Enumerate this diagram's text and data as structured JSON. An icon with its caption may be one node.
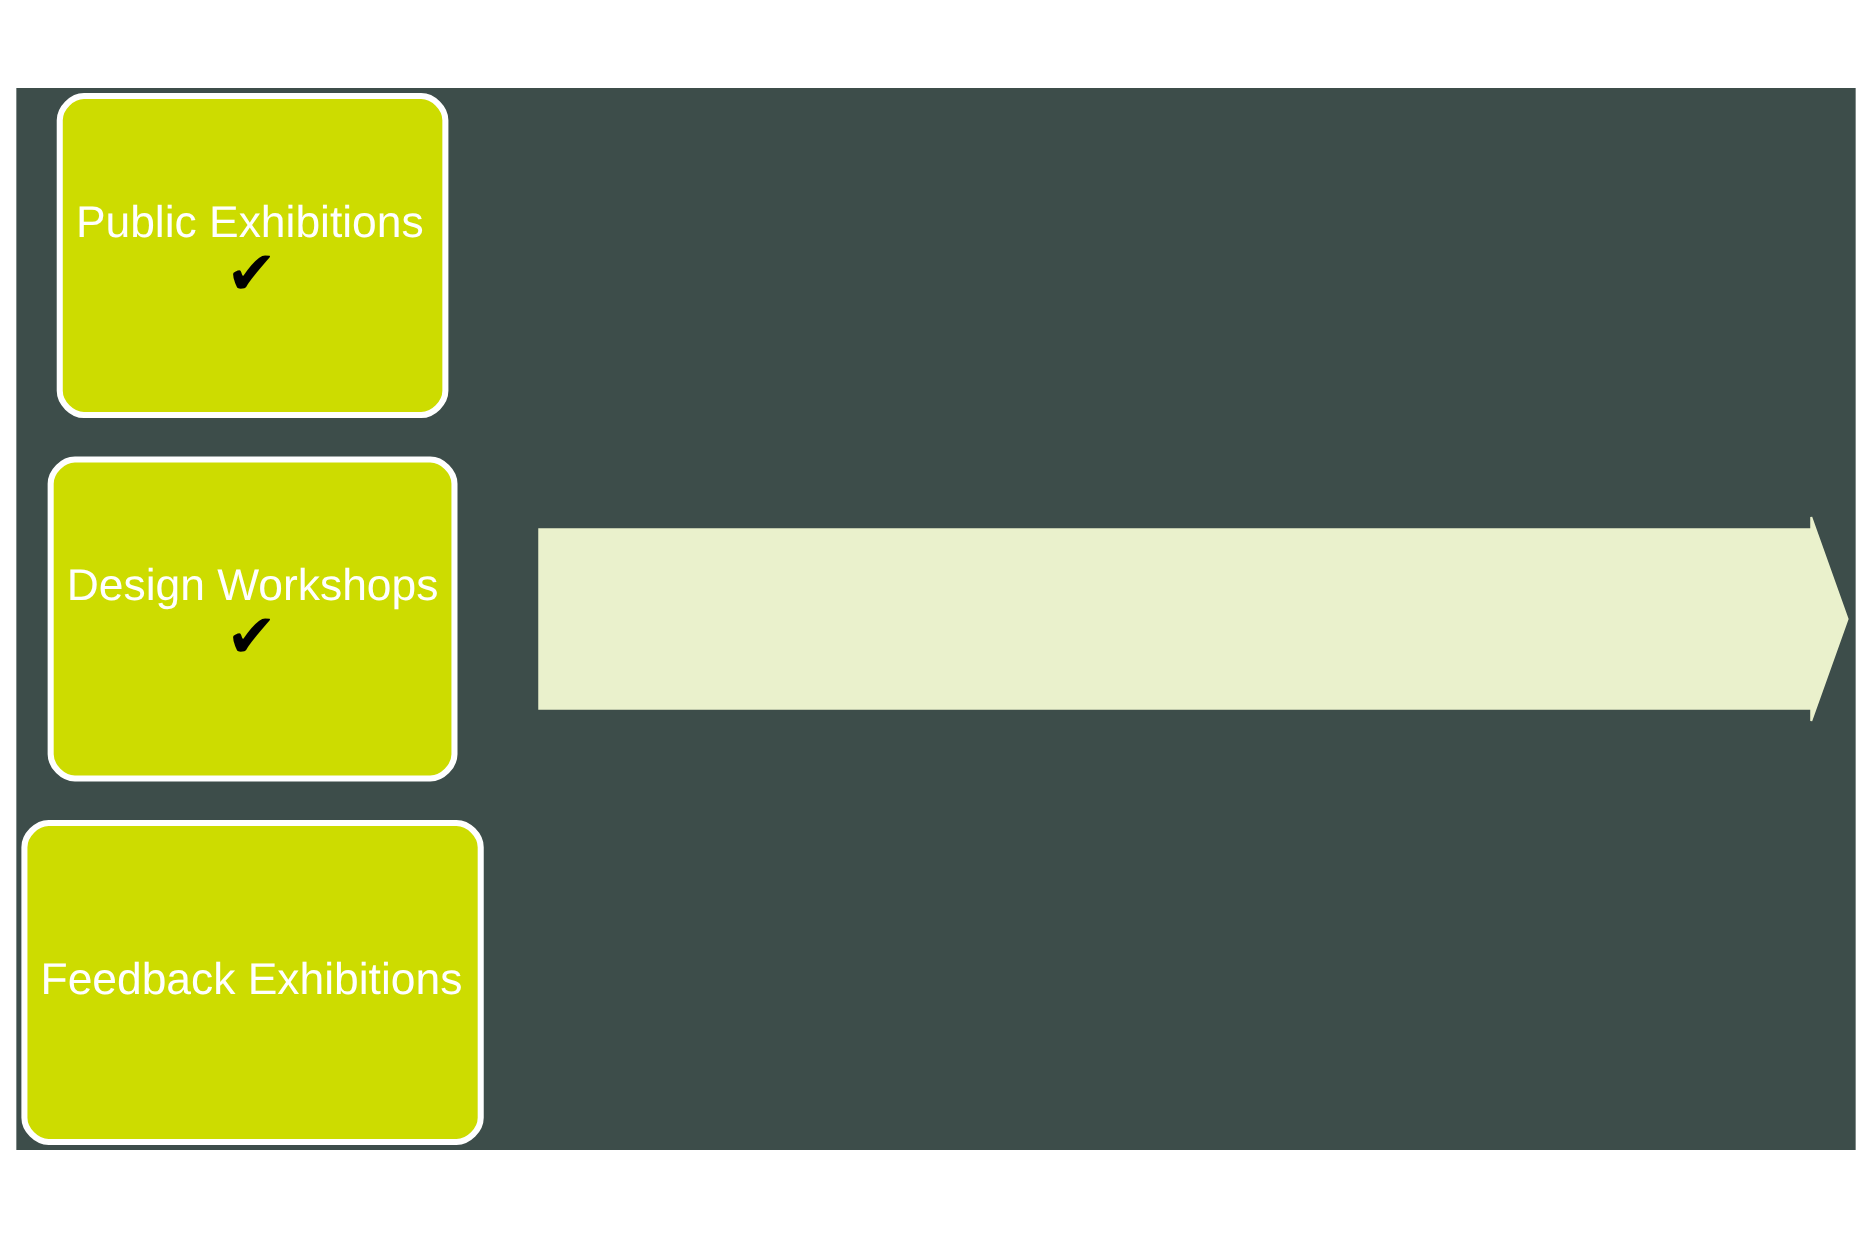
{
  "diagram": {
    "nodes": [
      {
        "text": [],
        "shape": "arrow"
      },
      {
        "text": [
          "Public Exhibitions",
          "✔"
        ]
      },
      {
        "text": [
          "Design Workshops",
          "✔"
        ]
      },
      {
        "text": [
          "Feedback Exhibitions"
        ]
      }
    ]
  }
}
